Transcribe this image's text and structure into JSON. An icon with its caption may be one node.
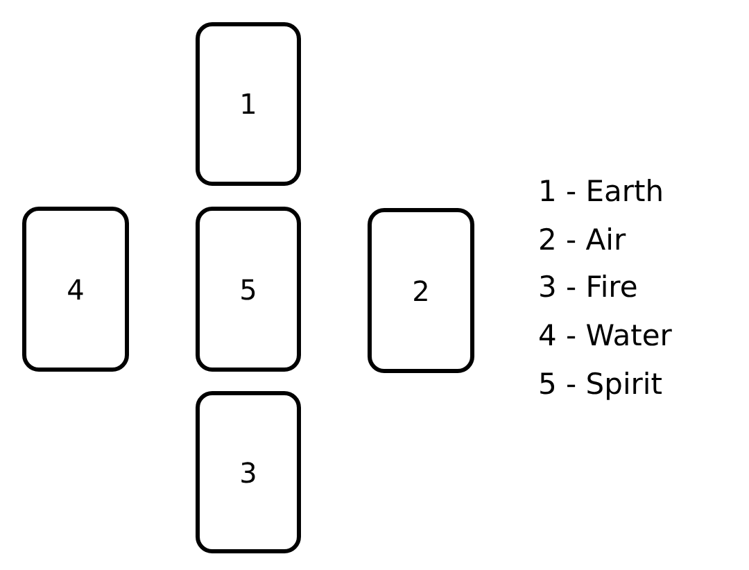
{
  "diagram": {
    "nodes": [
      {
        "text": [
          "1"
        ]
      },
      {
        "text": [
          "4"
        ]
      },
      {
        "text": [
          "5"
        ]
      },
      {
        "text": [
          "2"
        ]
      },
      {
        "text": [
          "3"
        ]
      }
    ],
    "edges": [],
    "labels": [
      "1 - Earth",
      "2 - Air",
      "3 - Fire",
      "4 - Water",
      "5 - Spirit"
    ]
  }
}
